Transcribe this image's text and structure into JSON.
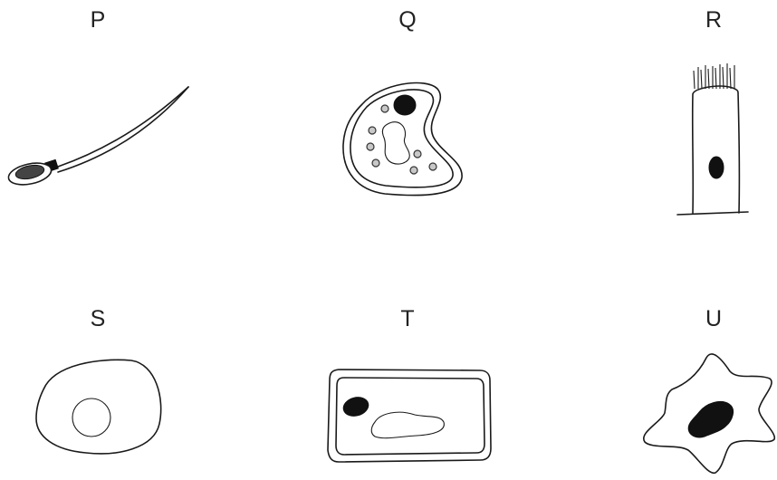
{
  "labels": {
    "p": "P",
    "q": "Q",
    "r": "R",
    "s": "S",
    "t": "T",
    "u": "U"
  }
}
